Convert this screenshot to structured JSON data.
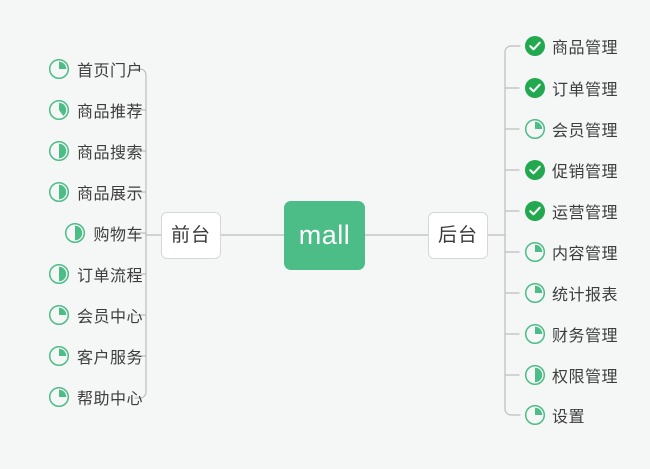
{
  "diagram": {
    "type": "mind-map",
    "background_color": "#f5f6f6",
    "accent_color": "#4dbd88",
    "check_color": "#22a84f",
    "root": {
      "label": "mall"
    },
    "branches": [
      {
        "id": "front",
        "label": "前台",
        "side": "left"
      },
      {
        "id": "back",
        "label": "后台",
        "side": "right"
      }
    ]
  },
  "left_items": [
    {
      "label": "首页门户",
      "icon": "pie-progress-icon",
      "progress": 25
    },
    {
      "label": "商品推荐",
      "icon": "pie-progress-icon",
      "progress": 40
    },
    {
      "label": "商品搜索",
      "icon": "pie-progress-icon",
      "progress": 50
    },
    {
      "label": "商品展示",
      "icon": "pie-progress-icon",
      "progress": 50
    },
    {
      "label": "购物车",
      "icon": "pie-progress-icon",
      "progress": 50
    },
    {
      "label": "订单流程",
      "icon": "pie-progress-icon",
      "progress": 50
    },
    {
      "label": "会员中心",
      "icon": "pie-progress-icon",
      "progress": 25
    },
    {
      "label": "客户服务",
      "icon": "pie-progress-icon",
      "progress": 25
    },
    {
      "label": "帮助中心",
      "icon": "pie-progress-icon",
      "progress": 25
    }
  ],
  "right_items": [
    {
      "label": "商品管理",
      "icon": "check-circle-icon",
      "progress": 100
    },
    {
      "label": "订单管理",
      "icon": "check-circle-icon",
      "progress": 100
    },
    {
      "label": "会员管理",
      "icon": "pie-progress-icon",
      "progress": 25
    },
    {
      "label": "促销管理",
      "icon": "check-circle-icon",
      "progress": 100
    },
    {
      "label": "运营管理",
      "icon": "check-circle-icon",
      "progress": 100
    },
    {
      "label": "内容管理",
      "icon": "pie-progress-icon",
      "progress": 25
    },
    {
      "label": "统计报表",
      "icon": "pie-progress-icon",
      "progress": 25
    },
    {
      "label": "财务管理",
      "icon": "pie-progress-icon",
      "progress": 25
    },
    {
      "label": "权限管理",
      "icon": "pie-progress-icon",
      "progress": 50
    },
    {
      "label": "设置",
      "icon": "pie-progress-icon",
      "progress": 25
    }
  ]
}
